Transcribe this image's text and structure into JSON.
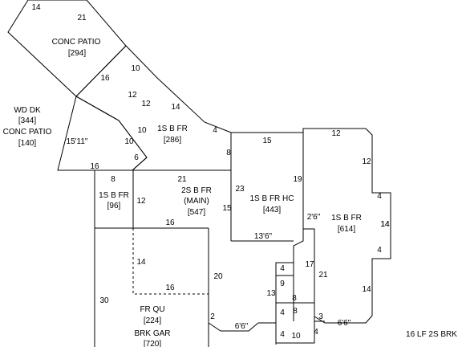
{
  "areas": {
    "conc_patio_top": {
      "name": "CONC PATIO",
      "area": "[294]"
    },
    "wd_dk": {
      "name": "WD DK",
      "area": "[344]"
    },
    "conc_patio_left": {
      "name": "CONC PATIO",
      "area": "[140]"
    },
    "bfr_286": {
      "name": "1S B FR",
      "area": "[286]"
    },
    "bfr_96": {
      "name": "1S B FR",
      "area": "[96]"
    },
    "main": {
      "name": "2S B FR",
      "sub": "(MAIN)",
      "area": "[547]"
    },
    "hc": {
      "name": "1S B FR HC",
      "area": "[443]"
    },
    "bfr_614": {
      "name": "1S B FR",
      "area": "[614]"
    },
    "frqu": {
      "name": "FR QU",
      "area": "[224]"
    },
    "brk_gar": {
      "name": "BRK GAR",
      "area": "[720]"
    }
  },
  "dimensions": [
    "14",
    "21",
    "10",
    "16",
    "12",
    "12",
    "14",
    "10",
    "15'11\"",
    "10",
    "6",
    "16",
    "4",
    "8",
    "15",
    "12",
    "12",
    "19",
    "8",
    "21",
    "12",
    "23",
    "15",
    "16",
    "13'6\"",
    "4",
    "14",
    "2'6\"",
    "14",
    "4",
    "17",
    "4",
    "21",
    "9",
    "14",
    "30",
    "14",
    "16",
    "20",
    "13",
    "8",
    "4",
    "8",
    "2",
    "6'6\"",
    "4",
    "10",
    "4",
    "3",
    "6'6\""
  ],
  "note": "16 LF 2S BRK",
  "colors": {
    "line": "#000000",
    "background": "#ffffff"
  }
}
